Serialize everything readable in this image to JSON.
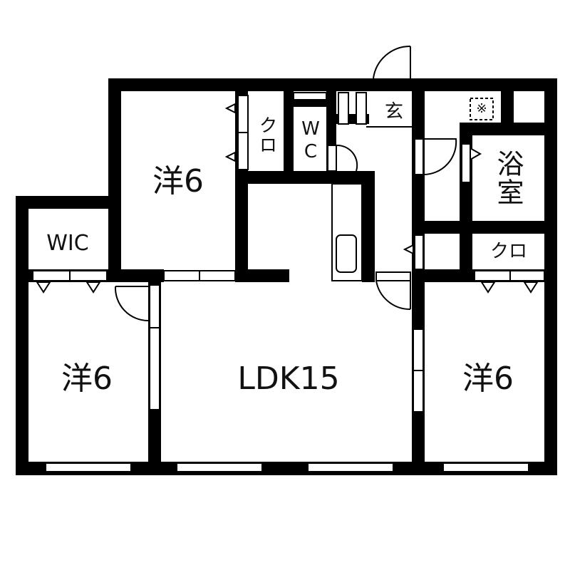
{
  "floorplan": {
    "colors": {
      "wall": "#000000",
      "background": "#ffffff",
      "text": "#111111"
    },
    "rooms": [
      {
        "id": "western-1",
        "label": "洋6",
        "type": "western-room"
      },
      {
        "id": "western-2",
        "label": "洋6",
        "type": "western-room"
      },
      {
        "id": "western-3",
        "label": "洋6",
        "type": "western-room"
      },
      {
        "id": "ldk",
        "label": "LDK15",
        "type": "living-dining-kitchen"
      },
      {
        "id": "wic",
        "label": "WIC",
        "type": "walk-in-closet"
      },
      {
        "id": "closet-1",
        "label": "クロ",
        "type": "closet"
      },
      {
        "id": "closet-2",
        "label": "クロ",
        "type": "closet"
      },
      {
        "id": "wc",
        "label": "WC",
        "type": "toilet"
      },
      {
        "id": "entrance",
        "label": "玄",
        "type": "entrance"
      },
      {
        "id": "bath",
        "label": "浴室",
        "type": "bathroom"
      }
    ],
    "symbols": {
      "washer": "※"
    }
  }
}
